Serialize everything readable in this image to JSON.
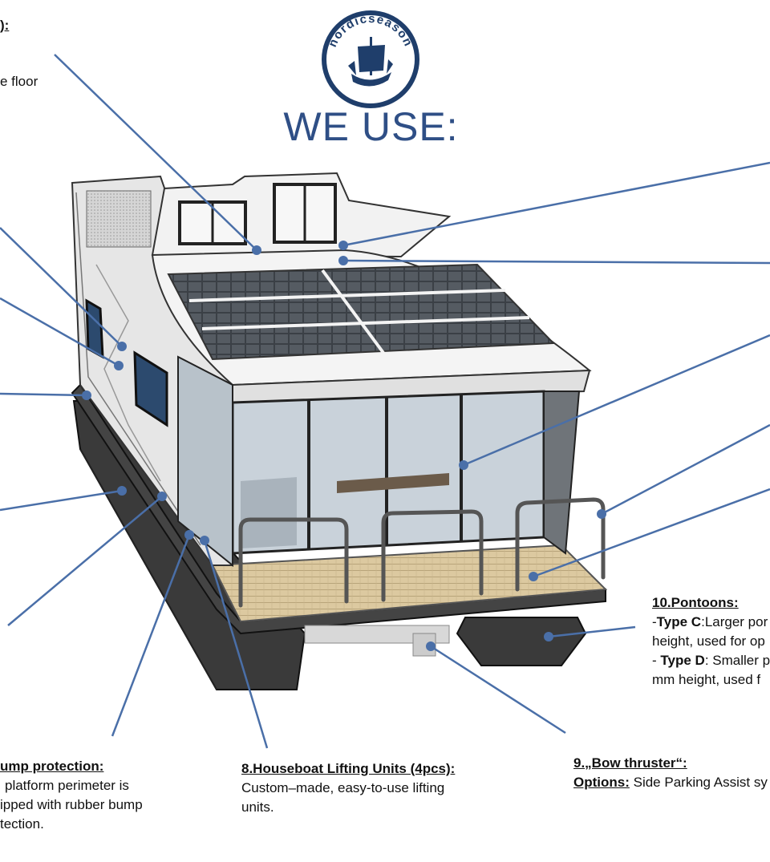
{
  "logo": {
    "brand_text": "nordicseason",
    "icon": "viking-ship-icon",
    "color": "#1f3e6b"
  },
  "heading": "WE USE:",
  "colors": {
    "leader_line": "#4a6fa8",
    "heading": "#2f4f86"
  },
  "left_fragments": {
    "top_colon": "):",
    "floor": "e floor"
  },
  "notes": {
    "bump": {
      "title": "ump protection:",
      "lines": [
        "platform perimeter is",
        "ipped with rubber bump",
        "tection."
      ]
    },
    "lifting": {
      "title": "8.Houseboat Lifting Units (4pcs):",
      "lines": [
        "Custom–made, easy-to-use lifting",
        "units."
      ]
    },
    "thruster": {
      "title": "9.„Bow thruster“:",
      "options_label": "Options:",
      "options_text": " Side Parking Assist sy"
    },
    "pontoons": {
      "title": "10.Pontoons:",
      "type_c_prefix": "-",
      "type_c_label": "Type C",
      "type_c_text": ":Larger por",
      "type_c_line2": "height, used for op",
      "type_d_prefix": "- ",
      "type_d_label": "Type D",
      "type_d_text": ": Smaller p",
      "type_d_line2": "mm height, used f"
    }
  }
}
